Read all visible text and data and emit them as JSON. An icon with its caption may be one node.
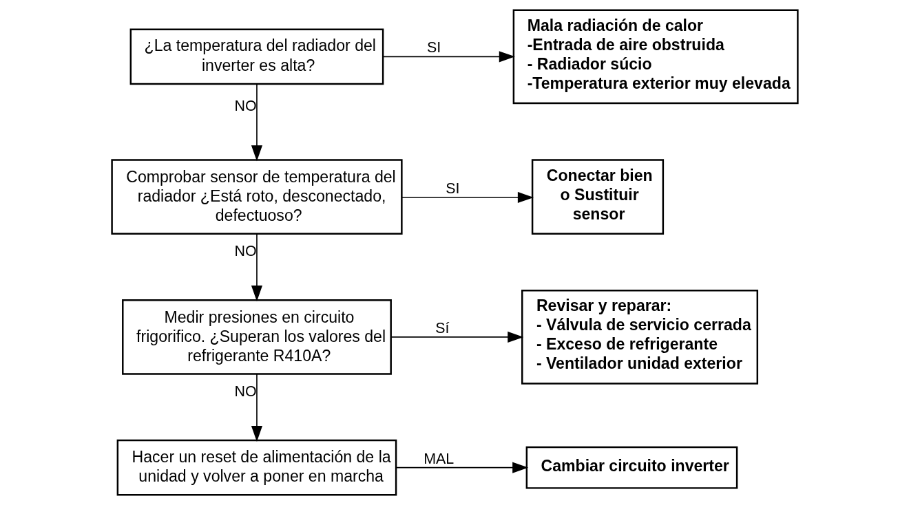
{
  "diagram": {
    "nodes": [
      {
        "text": [
          "¿La temperatura del radiador del inverter es alta?"
        ]
      },
      {
        "text": [
          "Mala radiación de calor",
          "-Entrada de aire obstruida",
          "- Radiador súcio",
          "-Temperatura exterior muy elevada"
        ]
      },
      {
        "text": [
          "Comprobar sensor de temperatura del radiador ¿Está roto, desconectado, defectuoso?"
        ]
      },
      {
        "text": [
          "Conectar bien o Sustituir sensor"
        ]
      },
      {
        "text": [
          "Medir presiones en circuito frigorifico. ¿Superan los valores del refrigerante R410A?"
        ]
      },
      {
        "text": [
          "Revisar y reparar:",
          "- Válvula de servicio cerrada",
          "- Exceso de refrigerante",
          "- Ventilador unidad exterior"
        ]
      },
      {
        "text": [
          "Hacer un reset de alimentación de la unidad y volver a poner en marcha"
        ]
      },
      {
        "text": [
          "Cambiar circuito inverter"
        ]
      }
    ],
    "edges": [
      {
        "from": 0,
        "to": 1,
        "arrow": "to",
        "label": "SI"
      },
      {
        "from": 0,
        "to": 2,
        "arrow": "to",
        "label": "NO"
      },
      {
        "from": 2,
        "to": 3,
        "arrow": "to",
        "label": "SI"
      },
      {
        "from": 2,
        "to": 4,
        "arrow": "to",
        "label": "NO"
      },
      {
        "from": 4,
        "to": 5,
        "arrow": "to",
        "label": "Sí"
      },
      {
        "from": 4,
        "to": 6,
        "arrow": "to",
        "label": "NO"
      },
      {
        "from": 6,
        "to": 7,
        "arrow": "to",
        "label": "MAL"
      }
    ]
  }
}
